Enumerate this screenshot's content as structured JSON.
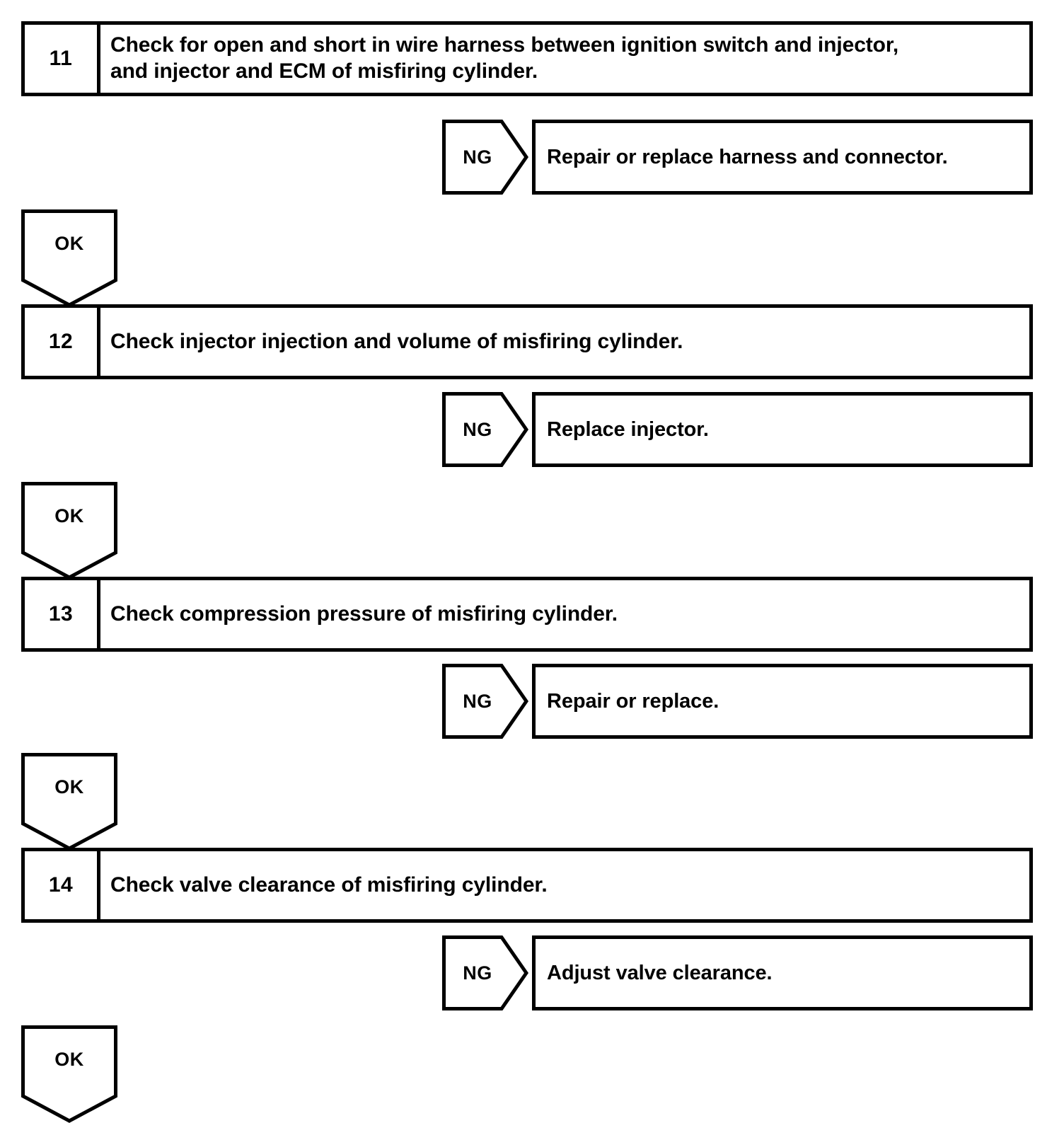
{
  "diagram": {
    "title": "Engine misfire diagnostic flowchart (steps 11-14)",
    "type": "flowchart",
    "stroke_color": "#000000",
    "background_color": "#ffffff",
    "branch_ok_label": "OK",
    "branch_ng_label": "NG",
    "steps": [
      {
        "number": "11",
        "text": "Check for open and short in wire harness between ignition switch and injector,\nand injector and ECM of misfiring cylinder.",
        "ng_label": "NG",
        "ng_action": "Repair or replace harness and connector.",
        "ok_label": "OK"
      },
      {
        "number": "12",
        "text": "Check injector injection and volume of misfiring cylinder.",
        "ng_label": "NG",
        "ng_action": "Replace injector.",
        "ok_label": "OK"
      },
      {
        "number": "13",
        "text": "Check compression pressure of misfiring cylinder.",
        "ng_label": "NG",
        "ng_action": "Repair or replace.",
        "ok_label": "OK"
      },
      {
        "number": "14",
        "text": "Check valve clearance of misfiring cylinder.",
        "ng_label": "NG",
        "ng_action": "Adjust valve clearance.",
        "ok_label": "OK"
      }
    ]
  }
}
